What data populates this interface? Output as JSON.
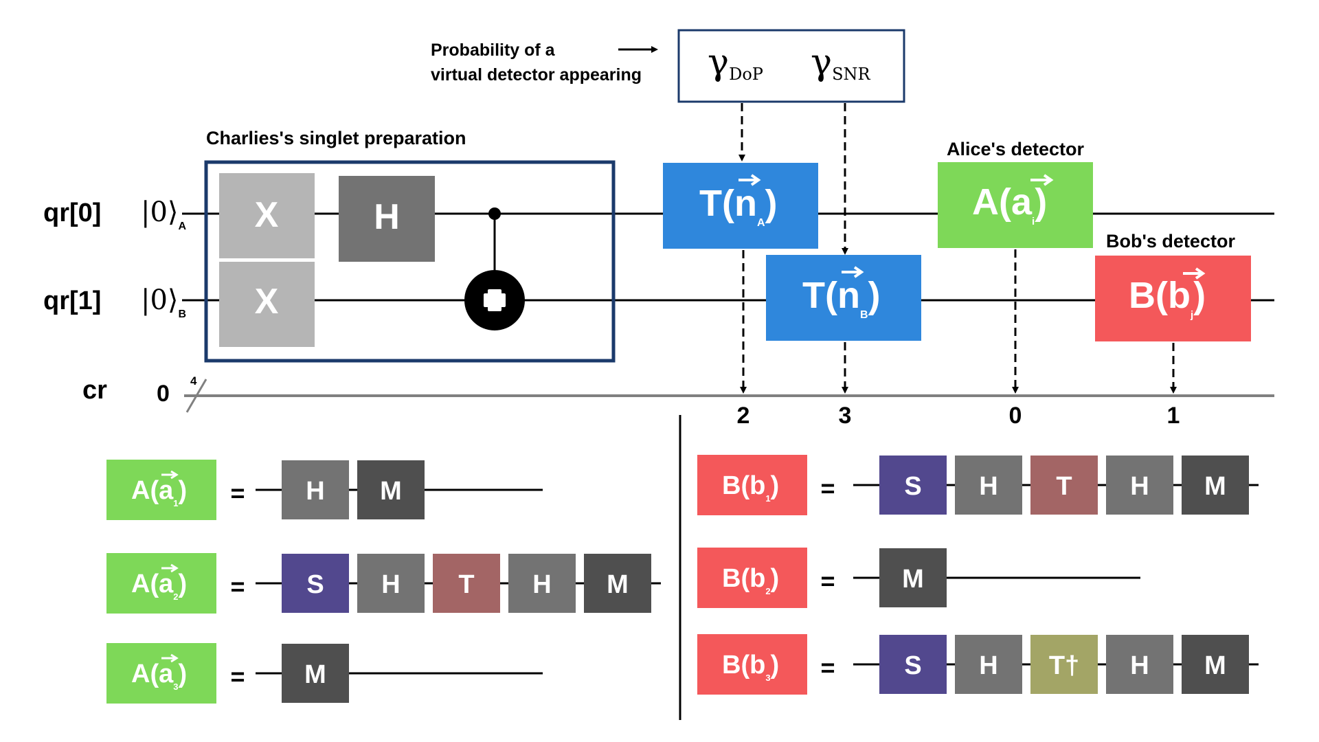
{
  "colors": {
    "wire": "#000000",
    "classical_wire": "#808080",
    "frame": "#1b3a6b",
    "gate_X": "#b5b5b5",
    "gate_H": "#737373",
    "gate_M": "#4f4f4f",
    "gate_S": "#52488e",
    "gate_T": "#a36565",
    "gate_Tdg": "#a3a566",
    "transform": "#2f87dc",
    "alice": "#7ed858",
    "bob": "#f4585a"
  },
  "labels": {
    "probability_line1": "Probability of a",
    "probability_line2": "virtual detector appearing",
    "gamma_symbol": "γ",
    "gamma_dop_sub": "DoP",
    "gamma_snr_sub": "SNR",
    "charlie_title": "Charlies's singlet preparation",
    "alice_title": "Alice's detector",
    "bob_title": "Bob's detector"
  },
  "registers": {
    "qr0": "qr[0]",
    "qr1": "qr[1]",
    "cr": "cr",
    "cr_init": "0",
    "cr_width": "4",
    "ket0": "|0⟩",
    "ket_sub_a": "A",
    "ket_sub_b": "B"
  },
  "gates": {
    "x": "X",
    "h": "H",
    "t_base": "T(n",
    "t_sub_a": "A",
    "t_sub_b": "B",
    "a_base": "A(a",
    "a_sub": "i",
    "b_base": "B(b",
    "b_sub": "j",
    "close": ")"
  },
  "classical_indices": [
    "2",
    "3",
    "0",
    "1"
  ],
  "definitions": {
    "equals": "=",
    "alice": [
      {
        "base": "A(a",
        "sub": "1",
        "close": ")",
        "gates": [
          "H",
          "M"
        ]
      },
      {
        "base": "A(a",
        "sub": "2",
        "close": ")",
        "gates": [
          "S",
          "H",
          "T",
          "H",
          "M"
        ]
      },
      {
        "base": "A(a",
        "sub": "3",
        "close": ")",
        "gates": [
          "M"
        ]
      }
    ],
    "bob": [
      {
        "base": "B(b",
        "sub": "1",
        "close": ")",
        "gates": [
          "S",
          "H",
          "T",
          "H",
          "M"
        ]
      },
      {
        "base": "B(b",
        "sub": "2",
        "close": ")",
        "gates": [
          "M"
        ]
      },
      {
        "base": "B(b",
        "sub": "3",
        "close": ")",
        "gates": [
          "S",
          "H",
          "T†",
          "H",
          "M"
        ]
      }
    ]
  }
}
